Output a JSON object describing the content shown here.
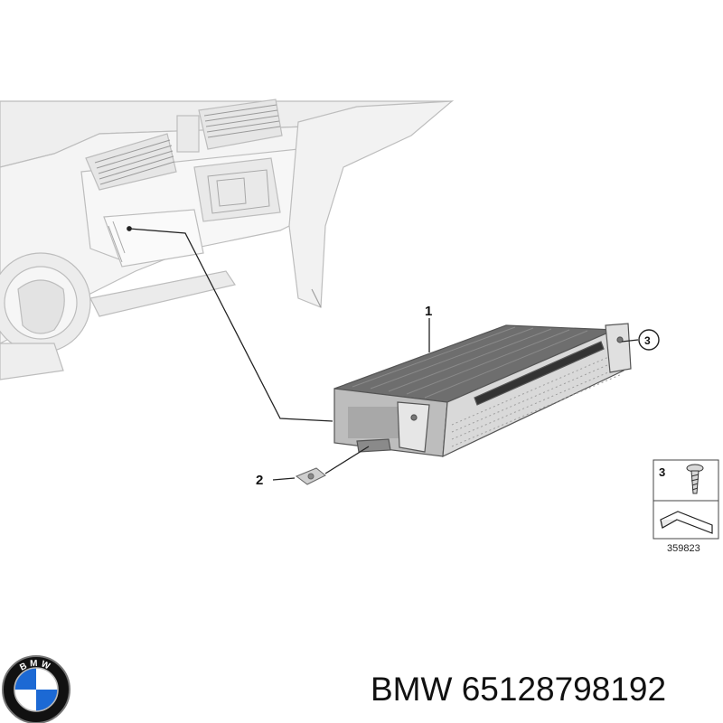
{
  "diagram": {
    "callouts": [
      {
        "id": "callout-1",
        "label": "1"
      },
      {
        "id": "callout-2",
        "label": "2"
      },
      {
        "id": "callout-3",
        "label": "3"
      }
    ],
    "legend": {
      "item_number": "3",
      "reference_number": "359823"
    }
  },
  "caption": {
    "brand": "BMW",
    "part_number": "65128798192"
  },
  "logo": {
    "letters": "BMW",
    "colors": {
      "ring": "#111111",
      "blue": "#1c69d4",
      "white": "#ffffff",
      "silver": "#b8b8b8"
    }
  }
}
